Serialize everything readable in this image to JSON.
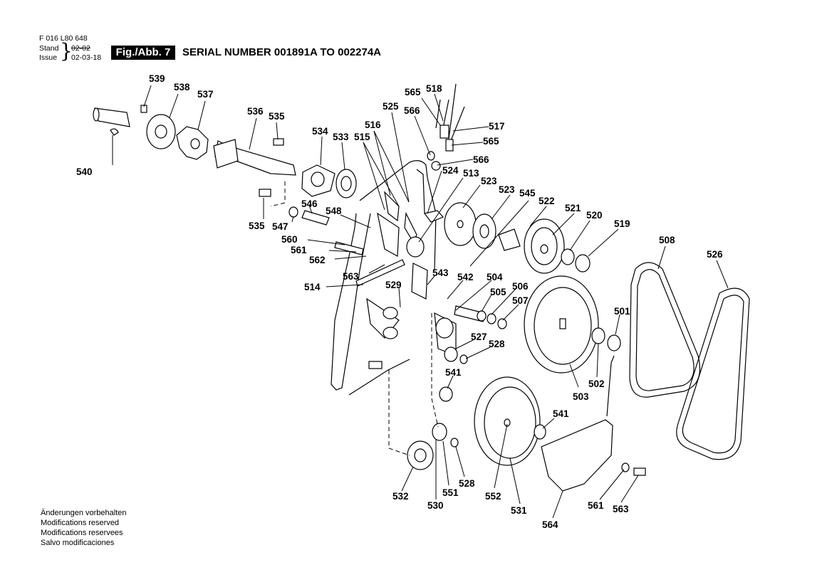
{
  "header": {
    "doc_number": "F 016 L80 648",
    "stand_label": "Stand",
    "issue_label": "Issue",
    "stand_old": "02-02",
    "issue_date": "02-03-18",
    "fig_label": "Fig./Abb. 7",
    "serial_title": "SERIAL NUMBER 001891A TO 002274A"
  },
  "notes": [
    "Änderungen vorbehalten",
    "Modifications reserved",
    "Modifications reservees",
    "Salvo modificaciones"
  ],
  "callouts": {
    "c539": "539",
    "c538": "538",
    "c537": "537",
    "c536": "536",
    "c535a": "535",
    "c534": "534",
    "c533": "533",
    "c540": "540",
    "c515": "515",
    "c516": "516",
    "c525": "525",
    "c566a": "566",
    "c565a": "565",
    "c518": "518",
    "c517": "517",
    "c565b": "565",
    "c566b": "566",
    "c524": "524",
    "c513": "513",
    "c523a": "523",
    "c523b": "523",
    "c545": "545",
    "c522": "522",
    "c521": "521",
    "c520": "520",
    "c519": "519",
    "c508": "508",
    "c526": "526",
    "c546": "546",
    "c548": "548",
    "c535b": "535",
    "c547": "547",
    "c560": "560",
    "c561a": "561",
    "c562": "562",
    "c563a": "563",
    "c514": "514",
    "c529": "529",
    "c543": "543",
    "c542": "542",
    "c504": "504",
    "c505": "505",
    "c506": "506",
    "c507": "507",
    "c527": "527",
    "c528a": "528",
    "c541a": "541",
    "c501": "501",
    "c502": "502",
    "c503": "503",
    "c541b": "541",
    "c532": "532",
    "c551": "551",
    "c530": "530",
    "c528b": "528",
    "c552": "552",
    "c531": "531",
    "c564": "564",
    "c561b": "561",
    "c563b": "563"
  }
}
